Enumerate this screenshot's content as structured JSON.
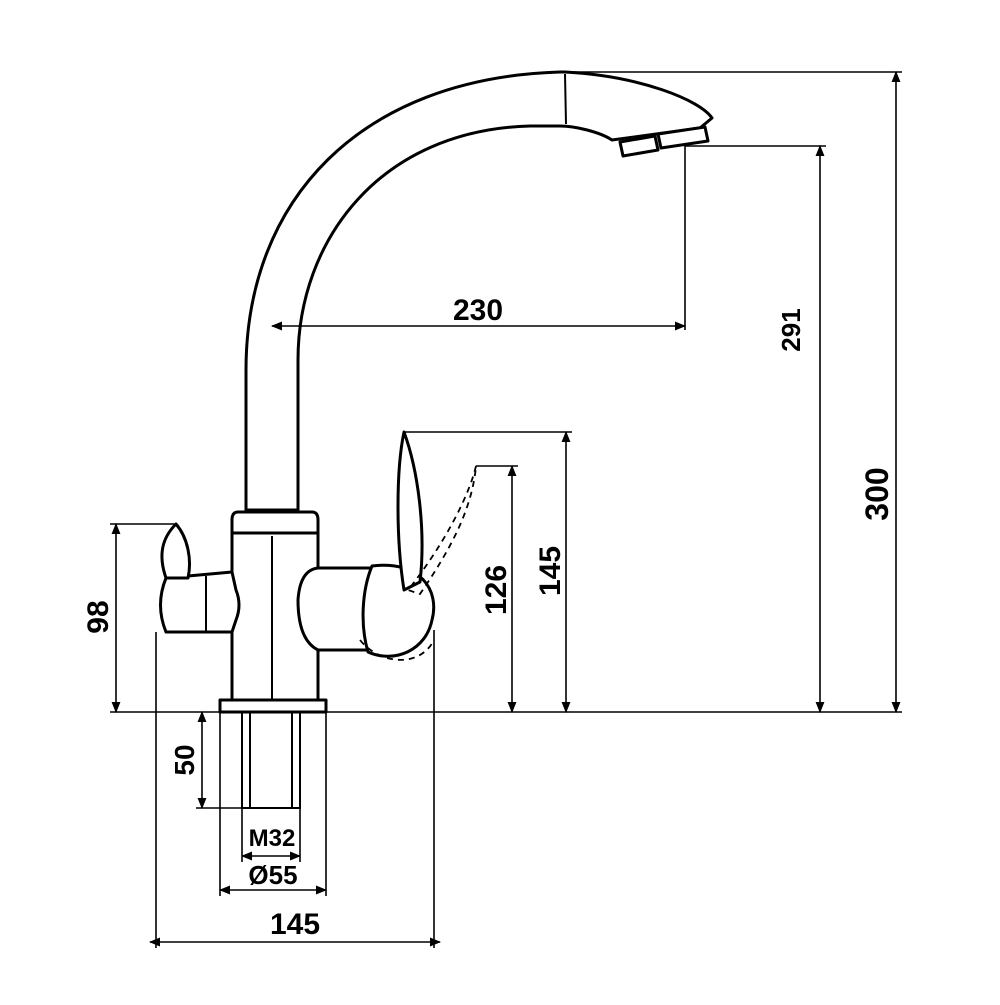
{
  "dimensions": {
    "spout_reach": "230",
    "outlet_height": "291",
    "total_height": "300",
    "lever_height_closed": "145",
    "lever_height_open": "126",
    "side_handle_height": "98",
    "shank_length": "50",
    "thread": "M32",
    "base_diameter": "Ø55",
    "body_width": "145"
  },
  "colors": {
    "line": "#000000",
    "background": "#ffffff"
  }
}
